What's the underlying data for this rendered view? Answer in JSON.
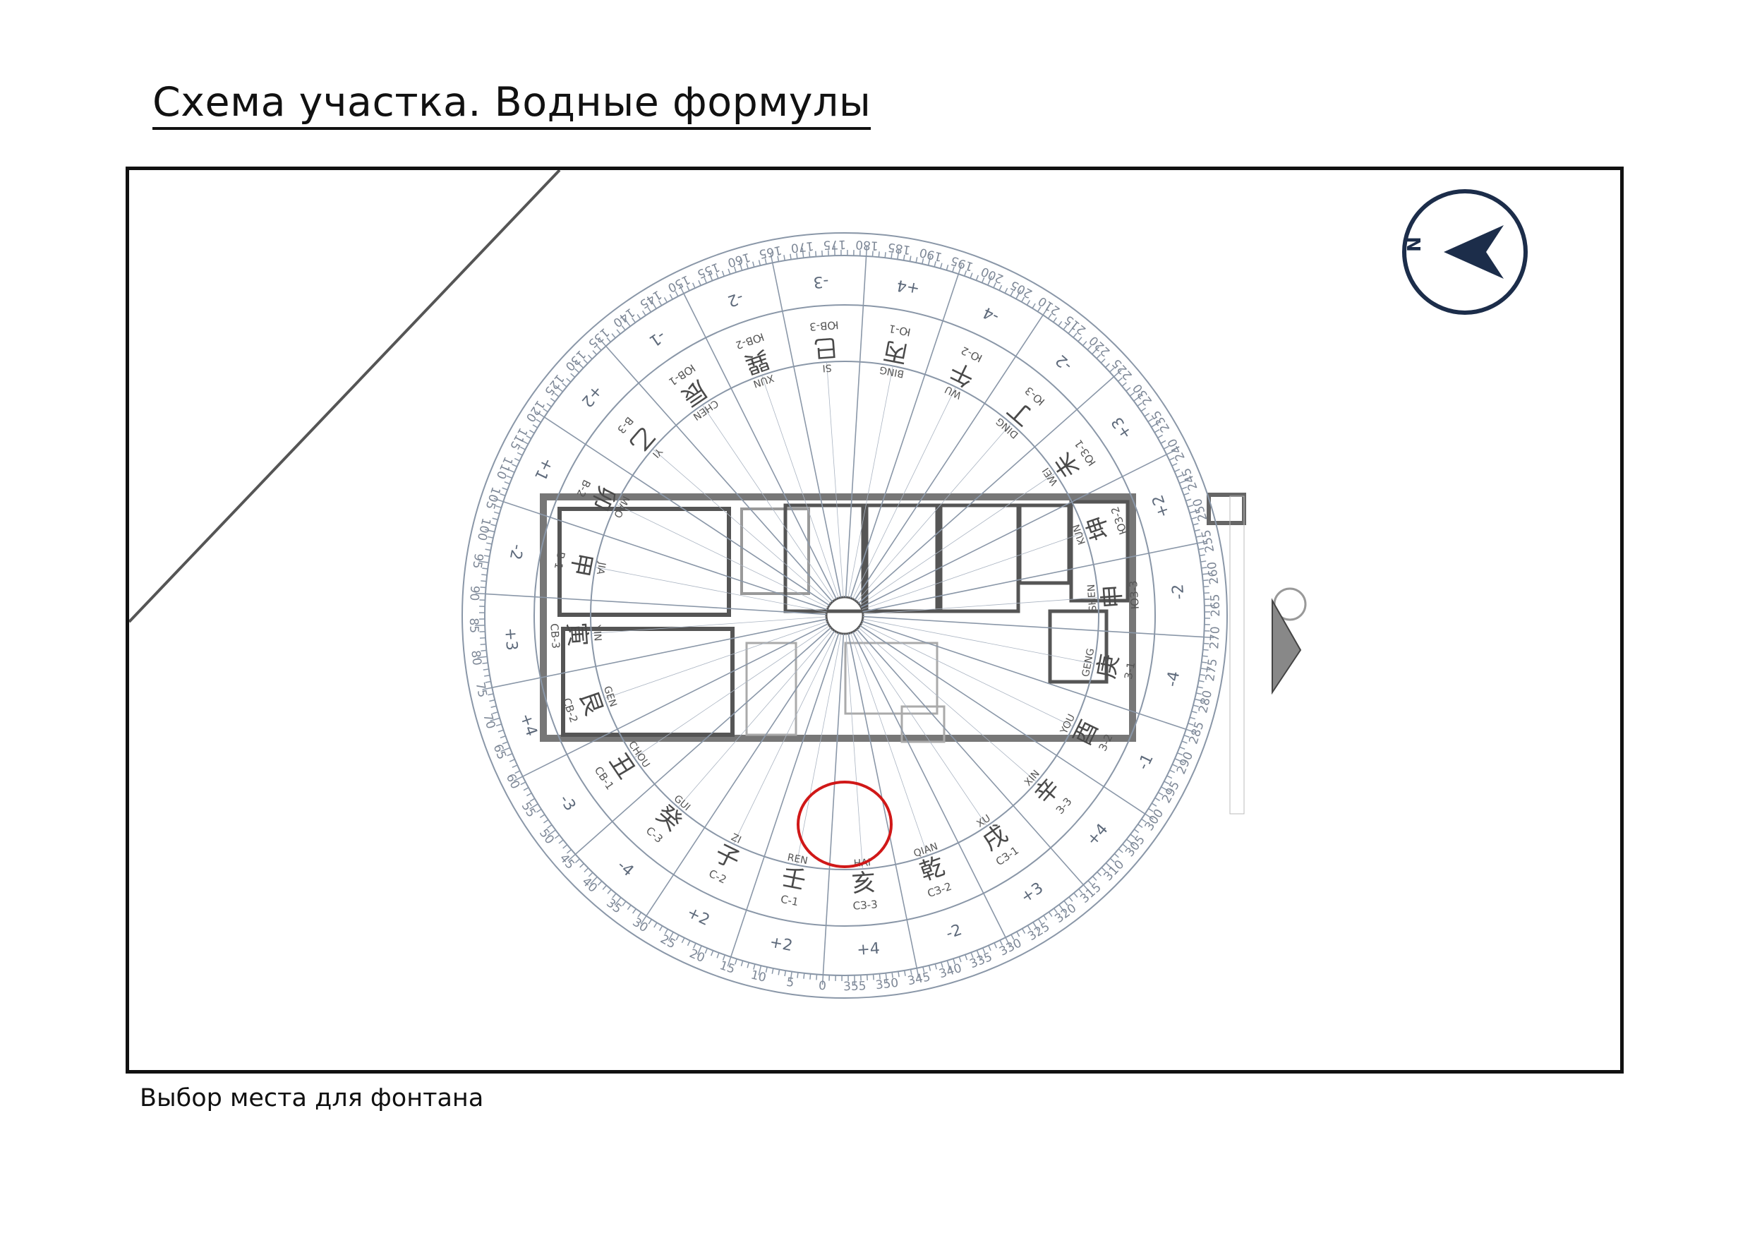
{
  "title": "Схема участка. Водные формулы",
  "caption": "Выбор места для фонтана",
  "compass": {
    "north_label": "N",
    "ticks": [
      "0",
      "5",
      "10",
      "15",
      "20",
      "25",
      "30",
      "35",
      "40",
      "45",
      "50",
      "55",
      "60",
      "65",
      "70",
      "75",
      "80",
      "85",
      "90",
      "95",
      "100",
      "105",
      "110",
      "115",
      "120",
      "125",
      "130",
      "135",
      "140",
      "145",
      "150",
      "155",
      "160",
      "165",
      "170",
      "175",
      "180",
      "185",
      "190",
      "195",
      "200",
      "205",
      "210",
      "215",
      "220",
      "225",
      "230",
      "235",
      "240",
      "245",
      "250",
      "255",
      "260",
      "265",
      "270",
      "275",
      "280",
      "285",
      "290",
      "295",
      "300",
      "305",
      "310",
      "315",
      "320",
      "325",
      "330",
      "335",
      "340",
      "345",
      "350",
      "355"
    ],
    "outer_numbers": [
      {
        "deg": 7.5,
        "t": "+2"
      },
      {
        "deg": 22.5,
        "t": "+2"
      },
      {
        "deg": 37.5,
        "t": "-4"
      },
      {
        "deg": 52.5,
        "t": "-3"
      },
      {
        "deg": 67.5,
        "t": "+4"
      },
      {
        "deg": 82.5,
        "t": "+3"
      },
      {
        "deg": 97.5,
        "t": "-2"
      },
      {
        "deg": 112.5,
        "t": "+1"
      },
      {
        "deg": 127.5,
        "t": "+2"
      },
      {
        "deg": 142.5,
        "t": "-1"
      },
      {
        "deg": 157.5,
        "t": "-2"
      },
      {
        "deg": 172.5,
        "t": "-3"
      },
      {
        "deg": 187.5,
        "t": "+4"
      },
      {
        "deg": 202.5,
        "t": "-4"
      },
      {
        "deg": 217.5,
        "t": "-2"
      },
      {
        "deg": 232.5,
        "t": "+3"
      },
      {
        "deg": 247.5,
        "t": "+2"
      },
      {
        "deg": 262.5,
        "t": "-2"
      },
      {
        "deg": 277.5,
        "t": "-4"
      },
      {
        "deg": 292.5,
        "t": "-1"
      },
      {
        "deg": 307.5,
        "t": "+4"
      },
      {
        "deg": 322.5,
        "t": "+3"
      },
      {
        "deg": 337.5,
        "t": "-2"
      },
      {
        "deg": 352.5,
        "t": "+4"
      }
    ],
    "sectors": [
      {
        "deg": 7.5,
        "code": "С-1",
        "hanzi": "壬",
        "pinyin": "REN"
      },
      {
        "deg": 22.5,
        "code": "С-2",
        "hanzi": "子",
        "pinyin": "ZI"
      },
      {
        "deg": 37.5,
        "code": "С-3",
        "hanzi": "癸",
        "pinyin": "GUI"
      },
      {
        "deg": 52.5,
        "code": "СВ-1",
        "hanzi": "丑",
        "pinyin": "CHOU"
      },
      {
        "deg": 67.5,
        "code": "СВ-2",
        "hanzi": "艮",
        "pinyin": "GEN"
      },
      {
        "deg": 82.5,
        "code": "СВ-3",
        "hanzi": "寅",
        "pinyin": "YIN"
      },
      {
        "deg": 97.5,
        "code": "В-1",
        "hanzi": "甲",
        "pinyin": "JIA"
      },
      {
        "deg": 112.5,
        "code": "В-2",
        "hanzi": "卯",
        "pinyin": "MAO"
      },
      {
        "deg": 127.5,
        "code": "В-3",
        "hanzi": "乙",
        "pinyin": "YI"
      },
      {
        "deg": 142.5,
        "code": "ЮВ-1",
        "hanzi": "辰",
        "pinyin": "CHEN"
      },
      {
        "deg": 157.5,
        "code": "ЮВ-2",
        "hanzi": "巽",
        "pinyin": "XUN"
      },
      {
        "deg": 172.5,
        "code": "ЮВ-3",
        "hanzi": "巳",
        "pinyin": "SI"
      },
      {
        "deg": 187.5,
        "code": "Ю-1",
        "hanzi": "丙",
        "pinyin": "BING"
      },
      {
        "deg": 202.5,
        "code": "Ю-2",
        "hanzi": "午",
        "pinyin": "WU"
      },
      {
        "deg": 217.5,
        "code": "Ю-3",
        "hanzi": "丁",
        "pinyin": "DING"
      },
      {
        "deg": 232.5,
        "code": "ЮЗ-1",
        "hanzi": "未",
        "pinyin": "WEI"
      },
      {
        "deg": 247.5,
        "code": "ЮЗ-2",
        "hanzi": "坤",
        "pinyin": "KUN"
      },
      {
        "deg": 262.5,
        "code": "ЮЗ-3",
        "hanzi": "申",
        "pinyin": "SHEN"
      },
      {
        "deg": 277.5,
        "code": "З-1",
        "hanzi": "庚",
        "pinyin": "GENG"
      },
      {
        "deg": 292.5,
        "code": "З-2",
        "hanzi": "酉",
        "pinyin": "YOU"
      },
      {
        "deg": 307.5,
        "code": "З-3",
        "hanzi": "辛",
        "pinyin": "XIN"
      },
      {
        "deg": 322.5,
        "code": "СЗ-1",
        "hanzi": "戌",
        "pinyin": "XU"
      },
      {
        "deg": 337.5,
        "code": "СЗ-2",
        "hanzi": "乾",
        "pinyin": "QIAN"
      },
      {
        "deg": 352.5,
        "code": "СЗ-3",
        "hanzi": "亥",
        "pinyin": "HAI"
      }
    ]
  }
}
